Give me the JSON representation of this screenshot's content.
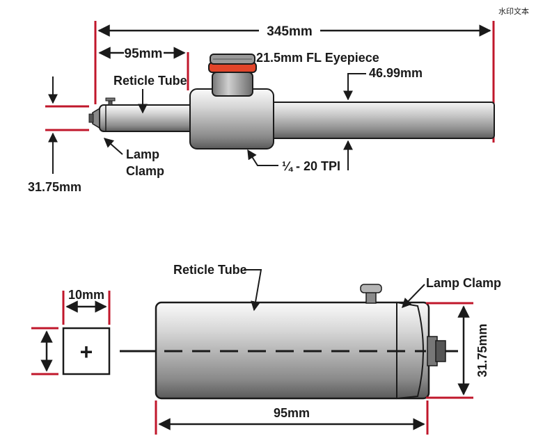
{
  "watermark": "水印文本",
  "top_view": {
    "overall_length": "345mm",
    "reticle_length": "95mm",
    "eyepiece": "21.5mm FL Eyepiece",
    "reticle_tube": "Reticle Tube",
    "tube_diameter": "46.99mm",
    "lamp_clamp_line1": "Lamp",
    "lamp_clamp_line2": "Clamp",
    "thread": "¼ - 20 TPI",
    "reticle_diameter": "31.75mm"
  },
  "bottom_view": {
    "reticle_size": "10mm",
    "reticle_symbol": "+",
    "reticle_tube": "Reticle Tube",
    "lamp_clamp": "Lamp Clamp",
    "diameter": "31.75mm",
    "length": "95mm"
  },
  "colors": {
    "accent_red": "#c0172b",
    "outline": "#1a1a1a",
    "eyepiece_ring": "#e2452a"
  }
}
